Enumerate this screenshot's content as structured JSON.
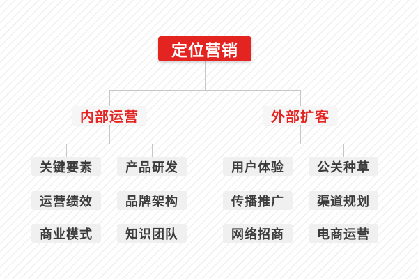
{
  "diagram": {
    "title": "定位营销",
    "root": {
      "label": "定位营销"
    },
    "branches": [
      {
        "label": "内部运营",
        "children": [
          "关键要素",
          "产品研发",
          "运营绩效",
          "品牌架构",
          "商业模式",
          "知识团队"
        ]
      },
      {
        "label": "外部扩客",
        "children": [
          "用户体验",
          "公关种草",
          "传播推广",
          "渠道规划",
          "网络招商",
          "电商运营"
        ]
      }
    ]
  },
  "colors": {
    "root_bg": "#e32421",
    "root_text": "#ffffff",
    "branch_bg": "#f6f6f6",
    "branch_text": "#e32421",
    "leaf_bg": "#f0f0f0",
    "leaf_text": "#3b3b3b",
    "connector": "#c7c7c7",
    "background": "#ffffff",
    "background_stripe": "#f0f0f0"
  }
}
